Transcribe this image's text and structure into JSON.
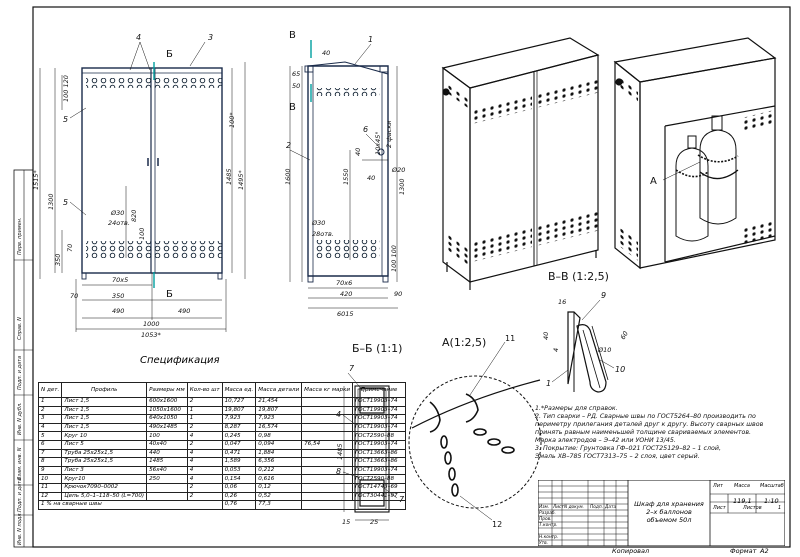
{
  "drawing": {
    "view_labels": {
      "bb_section": "Б–Б (1:1)",
      "a_detail": "А(1:2,5)",
      "vv_section": "В–В (1:2,5)",
      "a_mark": "А",
      "b_top": "Б",
      "b_bottom": "Б",
      "v_top": "В",
      "v_bottom": "В"
    },
    "front_dims": {
      "h1515": "1515*",
      "h1300": "1300",
      "h1485": "1485",
      "h1495": "1495*",
      "w1000": "1000",
      "w1053": "1053*",
      "w490a": "490",
      "w490b": "490",
      "w350": "350",
      "w70x5": "70x5",
      "w70": "70",
      "h100_120": "100 120",
      "h100": "100*",
      "h820": "820",
      "h100b": "100",
      "h350": "350",
      "h70": "70",
      "hole": "Ø30",
      "holes_count": "24отв.",
      "callouts": [
        "4",
        "3",
        "5",
        "5"
      ]
    },
    "side_dims": {
      "d40": "40",
      "d65": "65",
      "d50": "50",
      "d1600": "1600",
      "d1550": "1550",
      "d1300": "1300",
      "d40b": "40",
      "d10x45": "10x45°",
      "d2faces": "2 фаски",
      "d20": "Ø20",
      "d30": "Ø30",
      "d28": "28отв.",
      "d100_100": "100 100",
      "d70x6": "70x6",
      "d420": "420",
      "d6015": "6015",
      "d90": "90",
      "callouts": [
        "1",
        "2",
        "6"
      ]
    },
    "bb_dims": {
      "h1485": "1485",
      "w15": "15",
      "w25": "25",
      "callouts": [
        "7",
        "4",
        "8",
        "7"
      ]
    },
    "a_detail_callouts": [
      "11",
      "12"
    ],
    "vv_dims": {
      "d16": "16",
      "d40": "40",
      "d60": "60",
      "d10": "Ø10",
      "d4": "4",
      "callouts": [
        "9",
        "1",
        "10"
      ]
    }
  },
  "notes": [
    "1.*Размеры для справок.",
    "2. Тип сварки – РД. Сварные швы по ГОСТ5264–80 производить по",
    "периметру прилегания деталей друг к другу. Высоту сварных швов",
    "принять равным наименьшей толщине свариваемых элементов.",
    "Марка электродов – Э–42 или УОНИ 13/45.",
    "3. Покрытие: Грунтовка ГФ–021 ГОСТ25129–82 – 1 слой,",
    "Эмаль ХВ–785 ГОСТ7313–75 – 2 слоя, цвет серый."
  ],
  "spec": {
    "title": "Спецификация",
    "headers": [
      "N дет.",
      "Профиль",
      "Размеры мм",
      "Кол-во шт",
      "Масса ед.",
      "Масса детали",
      "Масса кг марки",
      "Примечание"
    ],
    "rows": [
      [
        "1",
        "Лист 1,5",
        "600x1600",
        "2",
        "10,727",
        "21,454",
        "",
        "ГОСТ19903–74"
      ],
      [
        "2",
        "Лист 1,5",
        "1050x1600",
        "1",
        "19,807",
        "19,807",
        "",
        "ГОСТ19903–74"
      ],
      [
        "3",
        "Лист 1,5",
        "640x1050",
        "1",
        "7,923",
        "7,923",
        "",
        "ГОСТ19903–74"
      ],
      [
        "4",
        "Лист 1,5",
        "490x1485",
        "2",
        "8,287",
        "16,574",
        "",
        "ГОСТ19903–74"
      ],
      [
        "5",
        "Круг 10",
        "100",
        "4",
        "0,245",
        "0,98",
        "",
        "ГОСТ2590–88"
      ],
      [
        "6",
        "Лист 5",
        "40x40",
        "2",
        "0,047",
        "0,094",
        "76,54",
        "ГОСТ19903–74"
      ],
      [
        "7",
        "Труба 25x25x1,5",
        "440",
        "4",
        "0,471",
        "1,884",
        "",
        "ГОСТ13663–86"
      ],
      [
        "8",
        "Труба 25x25x1,5",
        "1485",
        "4",
        "1,589",
        "6,356",
        "",
        "ГОСТ13663–86"
      ],
      [
        "9",
        "Лист 3",
        "56x40",
        "4",
        "0,053",
        "0,212",
        "",
        "ГОСТ19903–74"
      ],
      [
        "10",
        "Круг10",
        "250",
        "4",
        "0,154",
        "0,616",
        "",
        "ГОСТ2590–88"
      ],
      [
        "11",
        "Крючок7090–0002",
        "",
        "2",
        "0,06",
        "0,12",
        "",
        "ГОСТ14743–69"
      ],
      [
        "12",
        "Цепь 5,0–1–118–50 (L=700)",
        "",
        "2",
        "0,26",
        "0,52",
        "",
        "ГОСТ30441–97"
      ]
    ],
    "footer": [
      "1 % на сварные швы",
      "0,76",
      "77,3"
    ]
  },
  "stamp": {
    "title": "Шкаф для хранения 2–х баллонов объемом 50л",
    "mass": "119,1",
    "scale": "1:10",
    "sheet": "1",
    "labels": [
      "Лит",
      "Масса",
      "Масштаб",
      "Лист",
      "Листов",
      "Изм.",
      "Лист",
      "N докум.",
      "Подп.",
      "Дата",
      "Разраб.",
      "Пров.",
      "Т.контр.",
      "Н.контр.",
      "Утв."
    ],
    "copied": "Копировал",
    "format": "Формат",
    "format_value": "А2"
  },
  "side_stamp": [
    "Перв. примен.",
    "Справ. N",
    "Подп. и дата",
    "Инв. N дубл.",
    "Взам. инв. N",
    "Подп. и дата",
    "Инв. N подл."
  ]
}
